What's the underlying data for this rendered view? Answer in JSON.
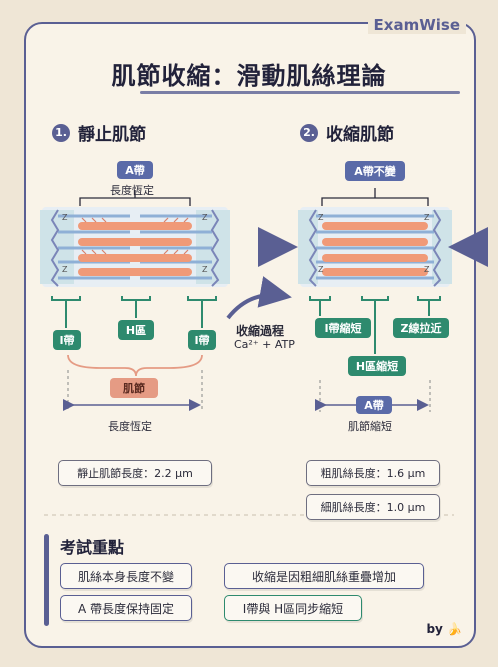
{
  "brand": "ExamWise",
  "title": "肌節收縮：滑動肌絲理論",
  "left": {
    "num": "1.",
    "heading": "靜止肌節",
    "a_band": "A帶",
    "a_band_note": "長度恆定",
    "i_band_left": "I帶",
    "h_zone": "H區",
    "i_band_right": "I帶",
    "sarcomere": "肌節",
    "sarcomere_note": "長度恆定",
    "length_box": "靜止肌節長度：2.2 μm"
  },
  "process": {
    "label": "收縮過程",
    "sub": "Ca²⁺ + ATP"
  },
  "right": {
    "num": "2.",
    "heading": "收縮肌節",
    "a_band": "A帶不變",
    "i_band": "I帶縮短",
    "z_line": "Z線拉近",
    "h_zone": "H區縮短",
    "a_band_bottom": "A帶",
    "sarcomere_note": "肌節縮短",
    "thick_box": "粗肌絲長度：1.6 μm",
    "thin_box": "細肌絲長度：1.0 μm"
  },
  "z_mark": "Z",
  "exam": {
    "heading": "考試重點",
    "points": [
      "肌絲本身長度不變",
      "收縮是因粗細肌絲重疊增加",
      "A 帶長度保持固定",
      "I帶與 H區同步縮短"
    ]
  },
  "byline": "by",
  "colors": {
    "accent": "#5a5f93",
    "green": "#2e8a6e",
    "salmon": "#e59b84",
    "thick": "#f09a78",
    "thin": "#8fb0d6"
  }
}
